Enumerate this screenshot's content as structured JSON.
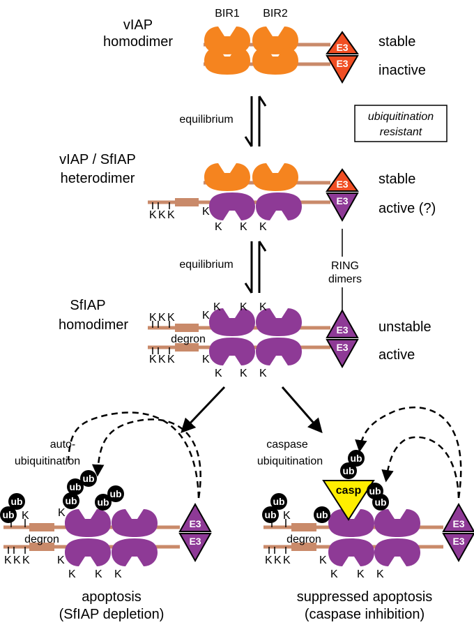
{
  "rows": {
    "viap": {
      "title_line1": "vIAP",
      "title_line2": "homodimer",
      "bir1": "BIR1",
      "bir2": "BIR2",
      "e3_top": "E3",
      "e3_bottom": "E3",
      "state1": "stable",
      "state2": "inactive"
    },
    "equilibrium_1": "equilibrium",
    "resistant_box": {
      "line1": "ubiquitination",
      "line2": "resistant"
    },
    "hetero": {
      "title_line1": "vIAP / SfIAP",
      "title_line2": "heterodimer",
      "e3_top": "E3",
      "e3_bottom": "E3",
      "state1": "stable",
      "state2": "active (?)"
    },
    "ring": {
      "line1": "RING",
      "line2": "dimers"
    },
    "equilibrium_2": "equilibrium",
    "sfiap": {
      "title_line1": "SfIAP",
      "title_line2": "homodimer",
      "degron": "degron",
      "e3_top": "E3",
      "e3_bottom": "E3",
      "state1": "unstable",
      "state2": "active"
    }
  },
  "bottom_left": {
    "caption_line1": "auto-",
    "caption_line2": "ubiquitination",
    "degron": "degron",
    "e3_top": "E3",
    "e3_bottom": "E3",
    "outcome_line1": "apoptosis",
    "outcome_line2": "(SfIAP depletion)"
  },
  "bottom_right": {
    "caption_line1": "caspase",
    "caption_line2": "ubiquitination",
    "casp": "casp",
    "degron": "degron",
    "e3_top": "E3",
    "e3_bottom": "E3",
    "outcome_line1": "suppressed apoptosis",
    "outcome_line2": "(caspase inhibition)"
  },
  "lysine": "K",
  "ub": "ub",
  "colors": {
    "viap": "#f5841f",
    "sfiap": "#8e3a96",
    "linker": "#c98a6a",
    "casp": "#ffee00"
  }
}
